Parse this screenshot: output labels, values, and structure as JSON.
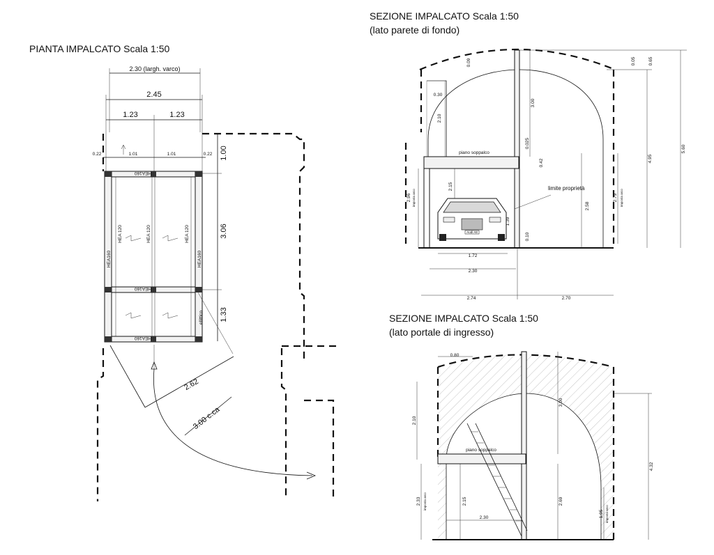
{
  "plan": {
    "title": "PIANTA IMPALCATO  Scala 1:50",
    "dim_varco": "2.30 (largh. varco)",
    "dim_total": "2.45",
    "dim_half_left": "1.23",
    "dim_half_right": "1.23",
    "dim_edge_left": "0.22",
    "dim_bay_left": "1.01",
    "dim_bay_right": "1.01",
    "dim_edge_right": "0.22",
    "dim_depth_1": "1.00",
    "dim_depth_2": "3.06",
    "dim_depth_3": "1.33",
    "dim_diag": "2.62",
    "dim_turn": "3.00 c.ca",
    "beam_main": "HEA160",
    "beam_secondary": "HEA 120",
    "stair_label": "ellittico"
  },
  "section_back": {
    "title": "SEZIONE IMPALCATO  Scala 1:50",
    "subtitle": "(lato parete di fondo)",
    "deck_label": "piano soppalco",
    "property_label": "limite proprietà",
    "car_label": "Audi A8",
    "d_0_30": "0.30",
    "d_0_09": "0.09",
    "d_3_00": "3.00",
    "d_0_05": "0.05",
    "d_0_65": "0.65",
    "d_2_10": "2.10",
    "d_0_025": "0.025",
    "d_0_42": "0.42",
    "d_2_15": "2.15",
    "d_2_96": "2.96",
    "d_imposta": "imposta arco",
    "d_2_58": "2.58",
    "d_2_79": "2.79",
    "d_4_95": "4.95",
    "d_5_60": "5.60",
    "d_1_39": "1.39",
    "d_0_10": "0.10",
    "d_1_72": "1.72",
    "d_2_30": "2.30",
    "d_2_74": "2.74",
    "d_2_70": "2.70"
  },
  "section_front": {
    "title": "SEZIONE IMPALCATO  Scala 1:50",
    "subtitle": "(lato portale di ingresso)",
    "deck_label": "piano soppalco",
    "d_0_80": "0.80",
    "d_2_10": "2.10",
    "d_3_00": "3.00",
    "d_4_32": "4.32",
    "d_2_33": "2.33",
    "d_imposta": "imposta arco",
    "d_2_15": "2.15",
    "d_2_69": "2.69",
    "d_1_95": "1.95",
    "d_2_30": "2.30"
  }
}
